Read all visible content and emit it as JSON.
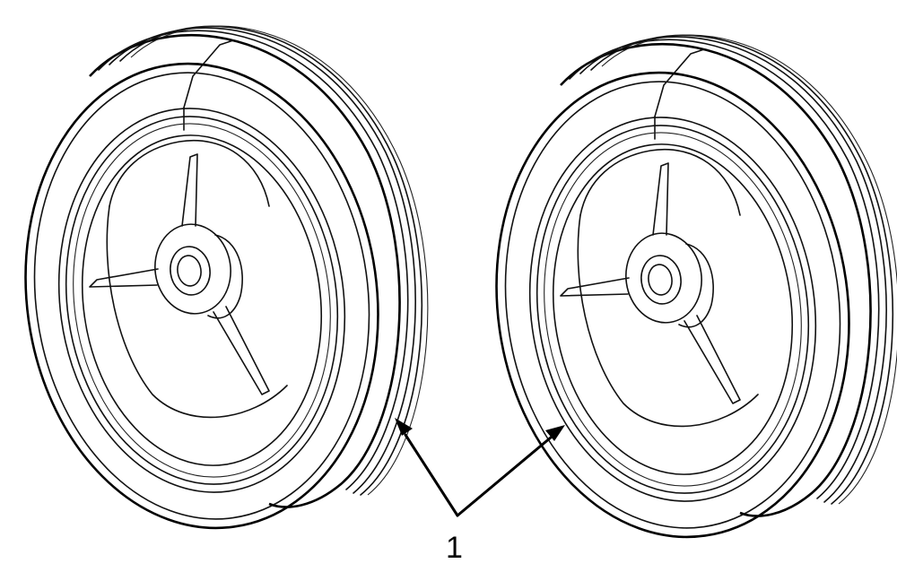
{
  "figure": {
    "callout_number": "1",
    "line_color": "#000000",
    "background_color": "#ffffff",
    "items": [
      {
        "name": "left-wheel",
        "icon": "wheel-icon"
      },
      {
        "name": "right-wheel",
        "icon": "wheel-icon"
      }
    ]
  }
}
